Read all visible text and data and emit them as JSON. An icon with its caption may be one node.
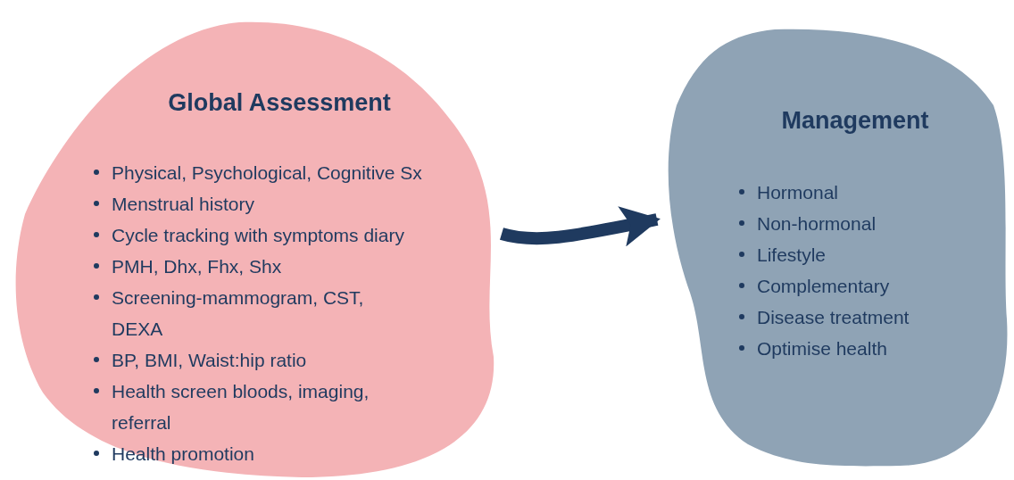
{
  "diagram": {
    "nodes": [
      {
        "text": [
          "Global Assessment",
          "Physical, Psychological, Cognitive Sx",
          "Menstrual history",
          "Cycle tracking with symptoms diary",
          "PMH, Dhx, Fhx, Shx",
          "Screening-mammogram, CST, DEXA",
          "BP, BMI, Waist:hip ratio",
          "Health screen bloods, imaging, referral",
          "Health promotion"
        ]
      },
      {
        "text": [
          "Management",
          "Hormonal",
          "Non-hormonal",
          "Lifestyle",
          "Complementary",
          "Disease treatment",
          "Optimise health"
        ]
      }
    ],
    "edges": [
      {
        "from": 0,
        "to": 1,
        "arrow": "to"
      }
    ]
  }
}
